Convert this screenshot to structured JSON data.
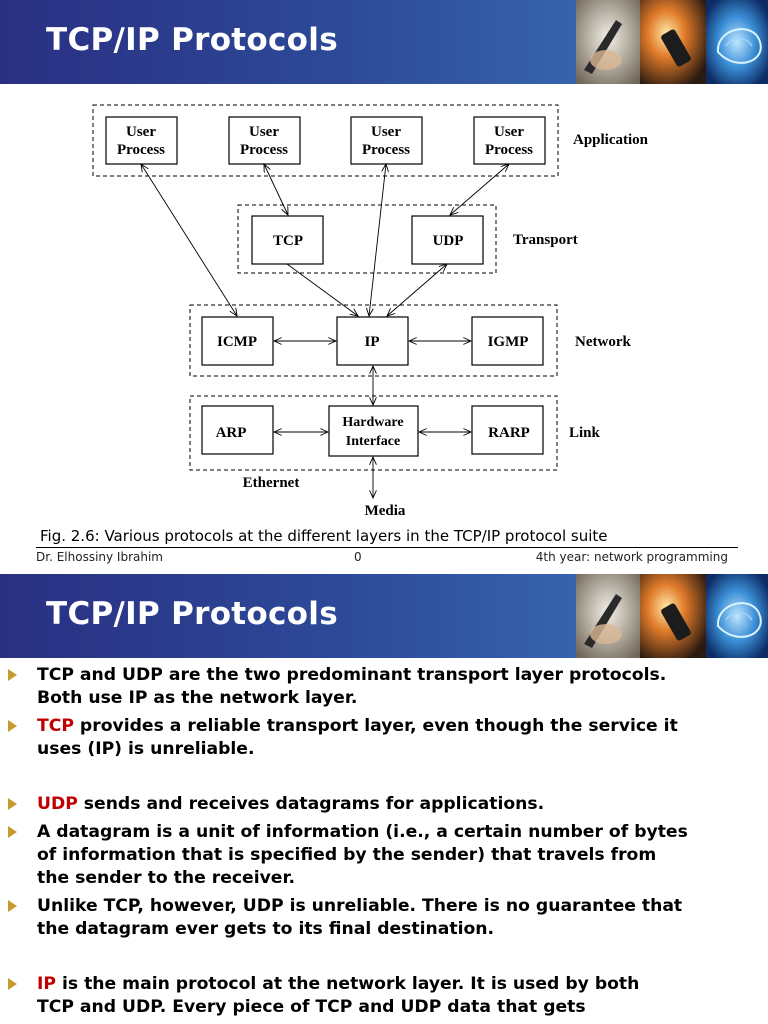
{
  "slide1": {
    "title": "TCP/IP Protocols",
    "diagram": {
      "layers": [
        "Application",
        "Transport",
        "Network",
        "Link"
      ],
      "user_process": [
        "User",
        "Process"
      ],
      "transport": [
        "TCP",
        "UDP"
      ],
      "network": [
        "ICMP",
        "IP",
        "IGMP"
      ],
      "link": [
        "ARP",
        "Hardware",
        "Interface",
        "RARP"
      ],
      "ethernet": "Ethernet",
      "media": "Media"
    },
    "caption": "Fig. 2.6: Various protocols at the different layers in the TCP/IP protocol suite",
    "footer": {
      "author": "Dr. Elhossiny Ibrahim",
      "page": "0",
      "course": "4th year: network programming"
    }
  },
  "slide2": {
    "title": "TCP/IP Protocols",
    "bullets": [
      {
        "lines": [
          "TCP and UDP are the two predominant transport layer protocols.",
          "Both use IP as the network layer."
        ]
      },
      {
        "keyword": "TCP",
        "lines": [
          " provides a reliable transport layer, even though the service it",
          "uses (IP) is unreliable."
        ]
      },
      {
        "keyword": "UDP",
        "lines": [
          " sends and receives datagrams for applications."
        ]
      },
      {
        "lines": [
          "A datagram is a unit of information (i.e., a certain number of bytes",
          "of information that is specified by the sender) that travels from",
          "the sender to the receiver."
        ]
      },
      {
        "lines": [
          "Unlike TCP, however, UDP is unreliable. There is no guarantee that",
          "the datagram ever gets to its final destination."
        ]
      },
      {
        "keyword": "IP",
        "lines": [
          " is the main protocol at the network layer. It is used by both",
          "TCP and UDP. Every piece of TCP and UDP data that gets"
        ]
      }
    ]
  },
  "colors": {
    "banner_start": "#2a2f82",
    "banner_end": "#3f78bf",
    "keyword": "#c00000",
    "bullet_arrow": "#c59a2e"
  }
}
